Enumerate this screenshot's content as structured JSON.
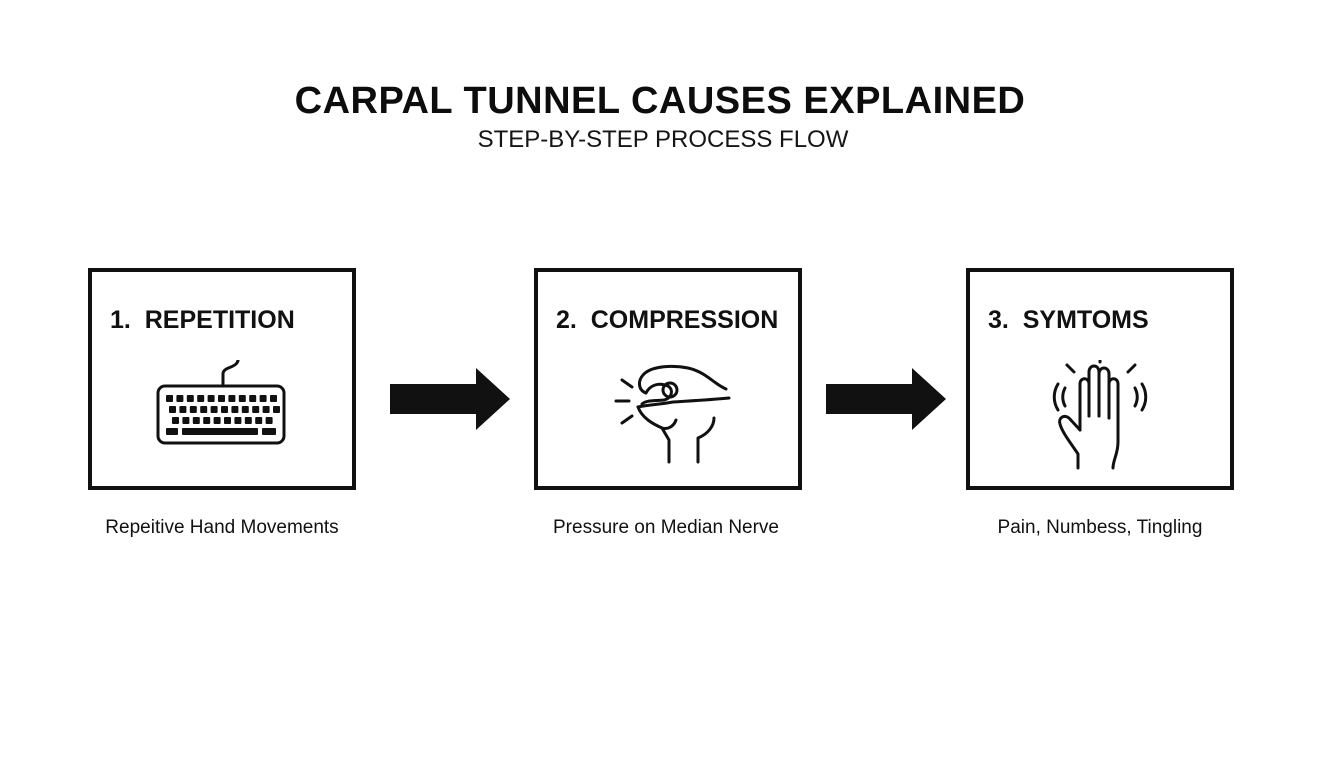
{
  "header": {
    "title": "CARPAL TUNNEL CAUSES EXPLAINED",
    "subtitle": "STEP-BY-STEP PROCESS FLOW"
  },
  "steps": [
    {
      "label": "1.  REPETITION",
      "icon": "keyboard-icon",
      "caption": "Repeitive Hand Movements"
    },
    {
      "label": "2.  COMPRESSION",
      "icon": "pinching-hand-icon",
      "caption": "Pressure on Median Nerve"
    },
    {
      "label": "3.  SYMTOMS",
      "icon": "tingling-hand-icon",
      "caption": "Pain, Numbess, Tingling"
    }
  ],
  "arrows": [
    "right-arrow-icon",
    "right-arrow-icon"
  ],
  "colors": {
    "stroke": "#111111",
    "background": "#ffffff"
  }
}
